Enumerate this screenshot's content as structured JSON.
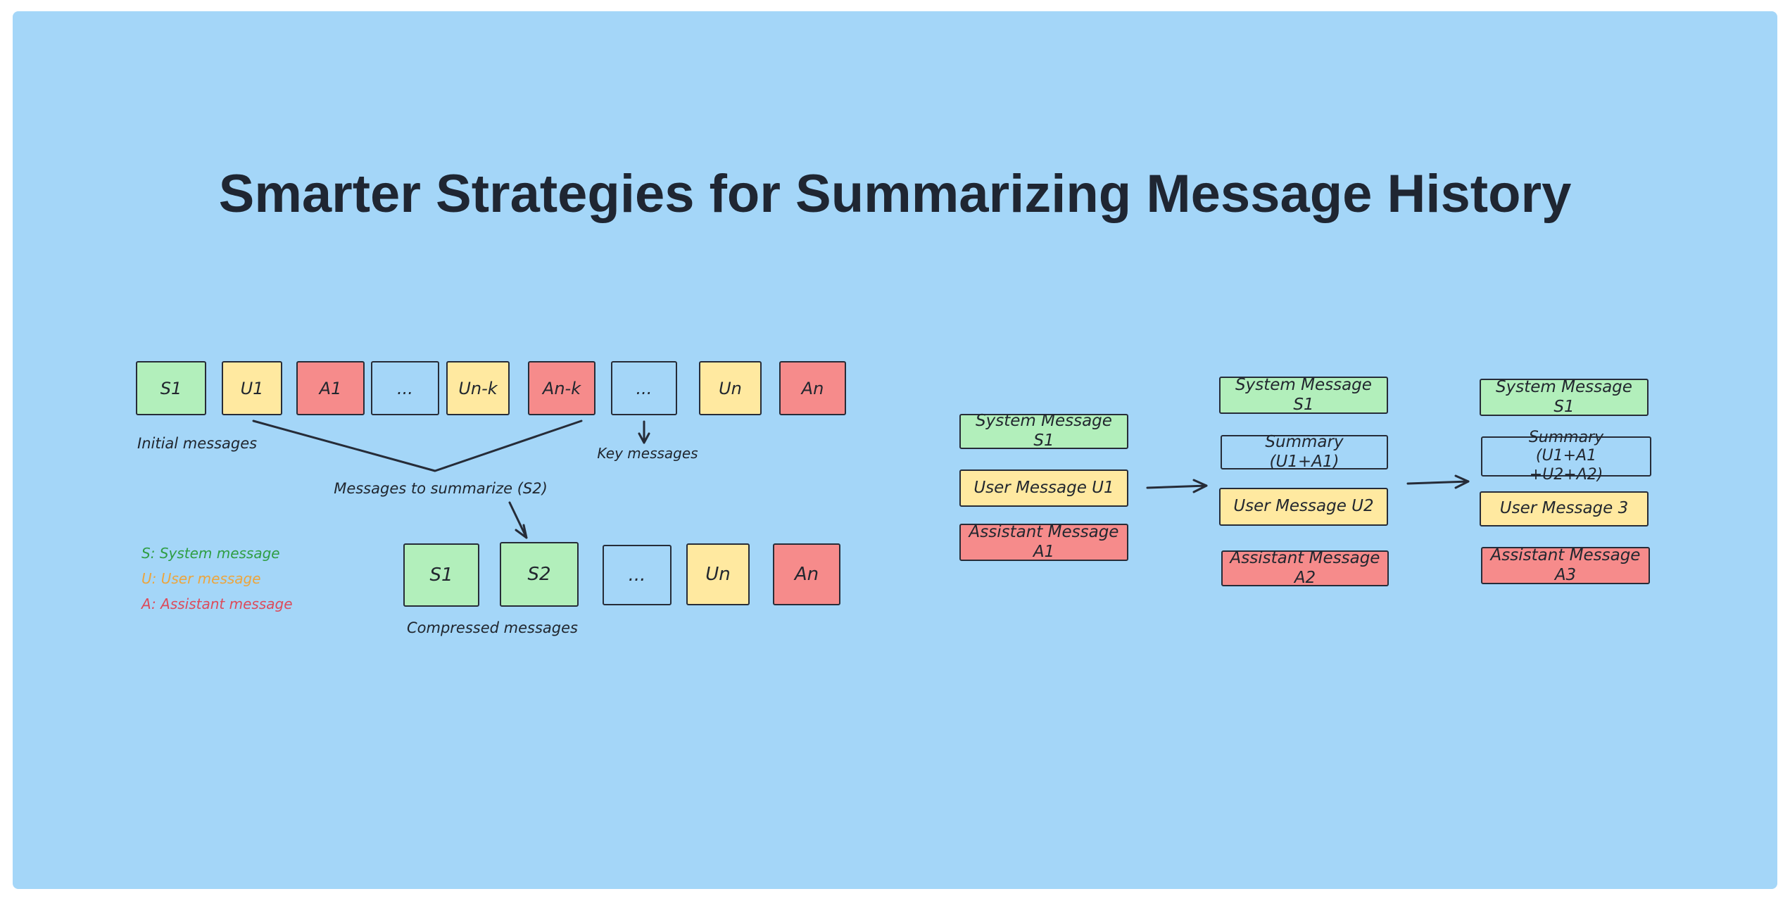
{
  "title": "Smarter Strategies for Summarizing Message History",
  "colors": {
    "board_background": "#a4d6f8",
    "system_green": "#b2efbb",
    "user_yellow": "#ffe9a0",
    "assistant_red": "#f68b8b",
    "stroke": "#262c38",
    "legend_system": "#2f9e44",
    "legend_user": "#eca53d",
    "legend_assistant": "#dd4a5a"
  },
  "left": {
    "initial_label": "Initial messages",
    "initial_boxes": [
      {
        "label": "S1",
        "type": "system"
      },
      {
        "label": "U1",
        "type": "user"
      },
      {
        "label": "A1",
        "type": "assistant"
      },
      {
        "label": "...",
        "type": "ellipsis"
      },
      {
        "label": "Un-k",
        "type": "user"
      },
      {
        "label": "An-k",
        "type": "assistant"
      },
      {
        "label": "...",
        "type": "ellipsis"
      },
      {
        "label": "Un",
        "type": "user"
      },
      {
        "label": "An",
        "type": "assistant"
      }
    ],
    "key_messages_label": "Key messages",
    "summarize_label": "Messages to summarize (S2)",
    "compressed_label": "Compressed messages",
    "compressed_boxes": [
      {
        "label": "S1",
        "type": "system"
      },
      {
        "label": "S2",
        "type": "system"
      },
      {
        "label": "...",
        "type": "ellipsis"
      },
      {
        "label": "Un",
        "type": "user"
      },
      {
        "label": "An",
        "type": "assistant"
      }
    ],
    "legend": [
      {
        "label": "S: System message",
        "color": "#2f9e44"
      },
      {
        "label": "U: User message",
        "color": "#eca53d"
      },
      {
        "label": "A: Assistant message",
        "color": "#dd4a5a"
      }
    ]
  },
  "right": {
    "columns": [
      {
        "boxes": [
          {
            "label": "System Message S1",
            "type": "system"
          },
          {
            "label": "User Message U1",
            "type": "user"
          },
          {
            "label": "Assistant Message A1",
            "type": "assistant"
          }
        ]
      },
      {
        "boxes": [
          {
            "label": "System Message S1",
            "type": "system"
          },
          {
            "label": "Summary (U1+A1)",
            "type": "summary"
          },
          {
            "label": "User Message U2",
            "type": "user"
          },
          {
            "label": "Assistant Message A2",
            "type": "assistant"
          }
        ]
      },
      {
        "boxes": [
          {
            "label": "System Message S1",
            "type": "system"
          },
          {
            "label": "Summary (U1+A1 +U2+A2)",
            "type": "summary"
          },
          {
            "label": "User Message 3",
            "type": "user"
          },
          {
            "label": "Assistant Message A3",
            "type": "assistant"
          }
        ]
      }
    ]
  }
}
